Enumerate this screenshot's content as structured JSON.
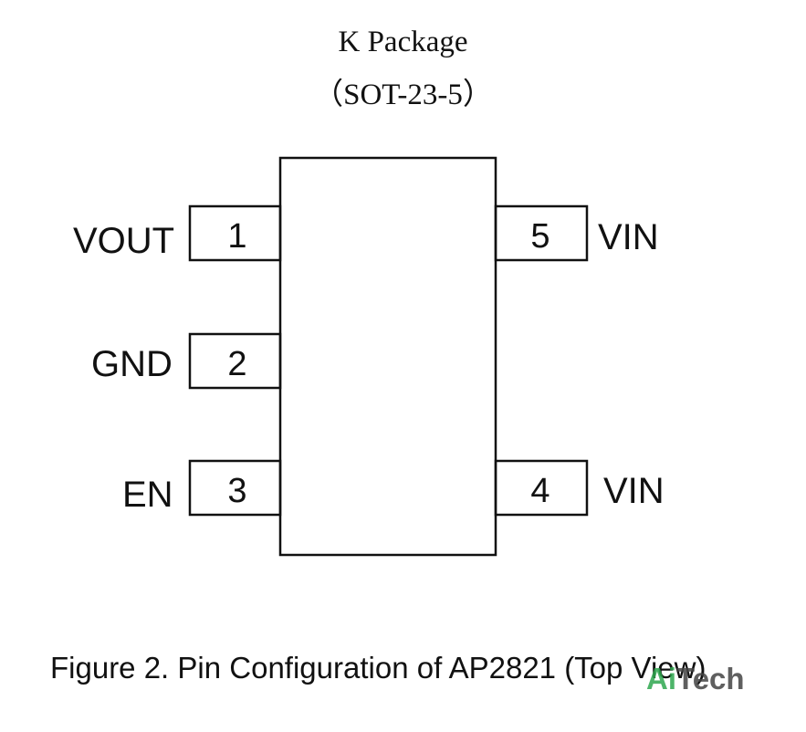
{
  "package": {
    "title": "K Package",
    "subtitle": "（SOT-23-5）"
  },
  "pins": [
    {
      "number": "1",
      "name": "VOUT"
    },
    {
      "number": "2",
      "name": "GND"
    },
    {
      "number": "3",
      "name": "EN"
    },
    {
      "number": "4",
      "name": "VIN"
    },
    {
      "number": "5",
      "name": "VIN"
    }
  ],
  "caption": "Figure 2. Pin Configuration of AP2821 (Top View)",
  "watermark": {
    "part1": "Ai",
    "part2": "Tech"
  },
  "colors": {
    "line": "#111111",
    "watermark_accent": "#2fa84f"
  }
}
